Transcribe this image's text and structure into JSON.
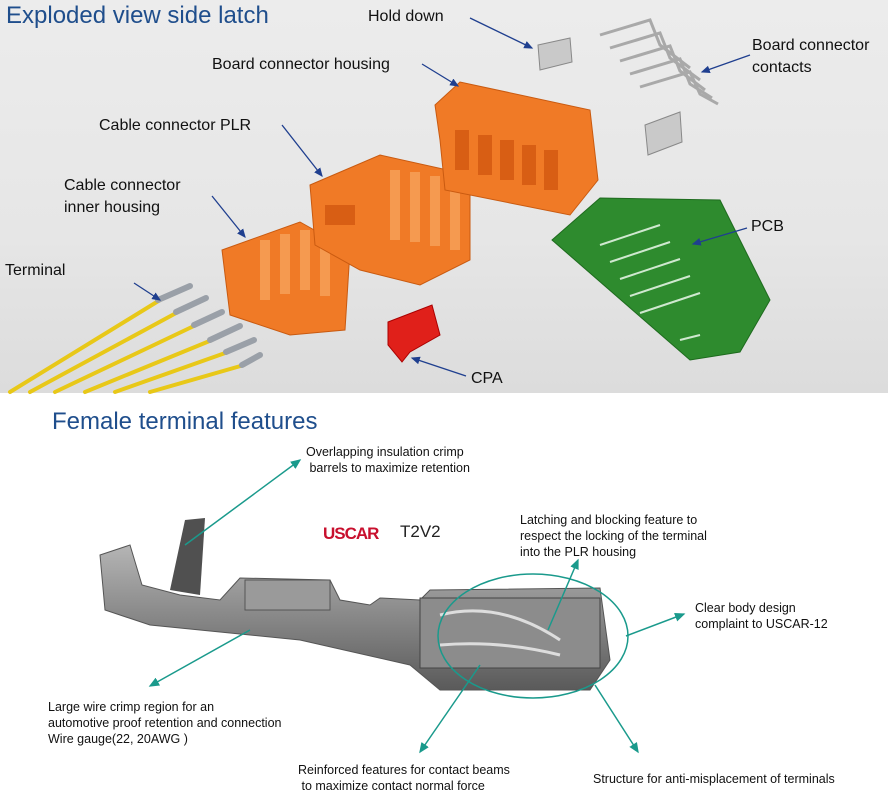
{
  "top_section": {
    "title": "Exploded view side latch",
    "labels": {
      "hold_down": "Hold down",
      "board_connector_housing": "Board connector housing",
      "board_connector_contacts": [
        "Board connector",
        "contacts"
      ],
      "cable_connector_plr": "Cable connector PLR",
      "cable_connector_inner_housing": [
        "Cable connector",
        "inner housing"
      ],
      "terminal": "Terminal",
      "pcb": "PCB",
      "cpa": "CPA"
    },
    "colors": {
      "arrow": "#1f3f8f",
      "housing": "#f07a26",
      "pcb": "#2e8b2e",
      "cpa": "#e0201a",
      "wire": "#f0d020"
    }
  },
  "bottom_section": {
    "title": "Female terminal features",
    "logo": {
      "text": "USCAR",
      "suffix": "T2V2"
    },
    "annotations": {
      "insulation_crimp": "Overlapping insulation crimp\n barrels to maximize retention",
      "latching": "Latching and blocking feature to\nrespect the locking of the terminal\ninto the PLR housing",
      "clear_body": "Clear body design\ncomplaint to USCAR-12",
      "wire_crimp": "Large wire crimp region for an\nautomotive proof retention and connection\nWire gauge(22, 20AWG )",
      "reinforced": "Reinforced features for contact beams\n to maximize contact normal force",
      "anti_misplacement": "Structure for anti-misplacement of terminals"
    },
    "colors": {
      "arrow": "#1a9a8c",
      "terminal": "#8a8a8a"
    }
  }
}
